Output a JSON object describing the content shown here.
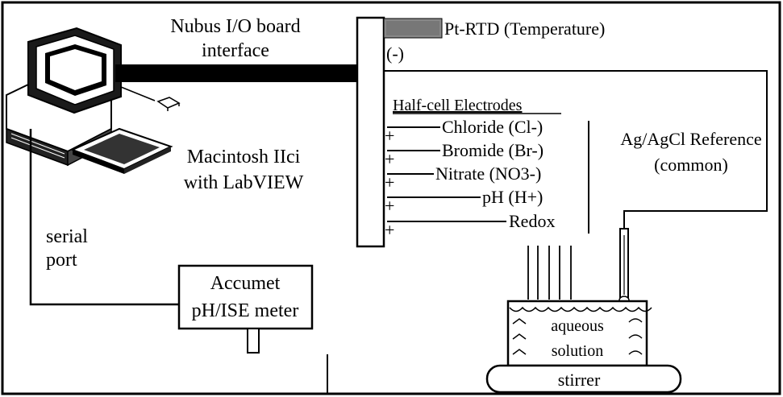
{
  "computer": {
    "bus_label_line1": "Nubus I/O board",
    "bus_label_line2": "interface",
    "model_line1": "Macintosh IIci",
    "model_line2": "with LabVIEW"
  },
  "serial": {
    "line1": "serial",
    "line2": "port"
  },
  "meter": {
    "line1": "Accumet",
    "line2": "pH/ISE meter"
  },
  "temperature_sensor": {
    "label": "Pt-RTD (Temperature)"
  },
  "io_board": {
    "minus_label": "(-)",
    "plus_symbol": "+"
  },
  "electrodes": {
    "heading": "Half-cell Electrodes",
    "items": [
      {
        "label": "Chloride (Cl-)"
      },
      {
        "label": "Bromide (Br-)"
      },
      {
        "label": "Nitrate (NO3-)"
      },
      {
        "label": "pH  (H+)"
      },
      {
        "label": "Redox"
      }
    ]
  },
  "reference": {
    "line1": "Ag/AgCl Reference",
    "line2": "(common)"
  },
  "vessel": {
    "line1": "aqueous",
    "line2": "solution",
    "stirrer": "stirrer"
  }
}
